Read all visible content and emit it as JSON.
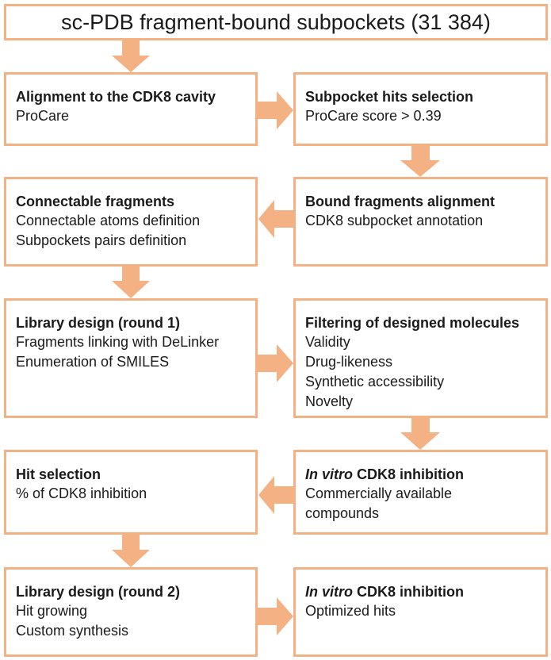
{
  "header": "sc-PDB fragment-bound subpockets (31 384)",
  "boxes": {
    "alignment": {
      "title": "Alignment to the CDK8 cavity",
      "lines": [
        "ProCare"
      ]
    },
    "subpocket_hits": {
      "title": "Subpocket hits selection",
      "lines": [
        "ProCare score > 0.39"
      ]
    },
    "connectable": {
      "title": "Connectable fragments",
      "lines": [
        "Connectable atoms definition",
        "Subpockets pairs definition"
      ]
    },
    "bound_alignment": {
      "title": "Bound fragments alignment",
      "lines": [
        "CDK8 subpocket annotation"
      ]
    },
    "library1": {
      "title": "Library design (round 1)",
      "lines": [
        "Fragments linking with DeLinker",
        "Enumeration of SMILES"
      ]
    },
    "filtering": {
      "title": "Filtering of designed molecules",
      "lines": [
        "Validity",
        "Drug-likeness",
        "Synthetic accessibility",
        "Novelty"
      ]
    },
    "hit_selection": {
      "title": "Hit selection",
      "lines": [
        "% of CDK8 inhibition"
      ]
    },
    "invitro1": {
      "title_italic": "In vitro",
      "title_rest": " CDK8 inhibition",
      "lines": [
        "Commercially available",
        "compounds"
      ]
    },
    "library2": {
      "title": "Library design (round 2)",
      "lines": [
        "Hit growing",
        "Custom synthesis"
      ]
    },
    "invitro2": {
      "title_italic": "In vitro",
      "title_rest": " CDK8 inhibition",
      "lines": [
        "Optimized hits"
      ]
    }
  },
  "colors": {
    "border": "#f4b183",
    "arrow": "#f4b183"
  }
}
